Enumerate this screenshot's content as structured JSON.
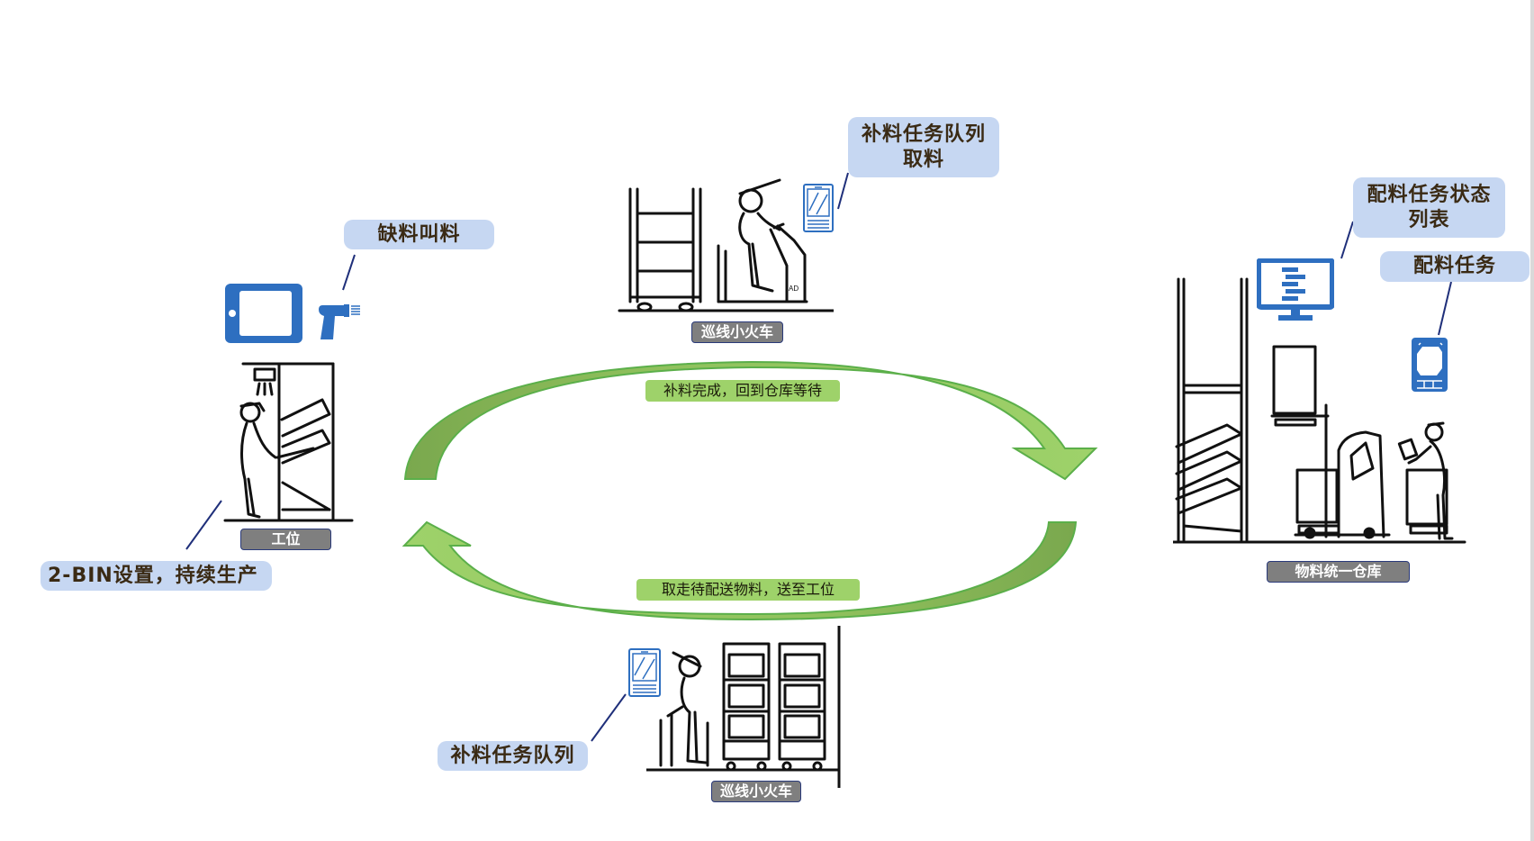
{
  "diagram": {
    "title": "2-BIN 补料循环流程",
    "nodes": {
      "workstation": {
        "label": "工位",
        "callout_top": "缺料叫料",
        "callout_bottom": "2-BIN设置，持续生产",
        "devices": [
          "tablet-icon",
          "barcode-scanner-icon"
        ]
      },
      "train_top": {
        "label": "巡线小火车",
        "callout_line1": "补料任务队列",
        "callout_line2": "取料",
        "devices": [
          "handheld-terminal-icon"
        ]
      },
      "train_bottom": {
        "label": "巡线小火车",
        "callout": "补料任务队列",
        "devices": [
          "handheld-terminal-icon"
        ]
      },
      "warehouse": {
        "label": "物料统一仓库",
        "callout_status_line1": "配料任务状态",
        "callout_status_line2": "列表",
        "callout_task": "配料任务",
        "devices": [
          "monitor-icon",
          "handheld-terminal-icon"
        ]
      }
    },
    "flows": {
      "top": {
        "label": "补料完成，回到仓库等待",
        "from": "workstation",
        "to": "warehouse"
      },
      "bottom": {
        "label": "取走待配送物料，送至工位",
        "from": "warehouse",
        "to": "workstation"
      }
    },
    "colors": {
      "callout_bg": "#c6d7f2",
      "callout_text": "#3a2a14",
      "tag_bg": "#7f7f7f",
      "tag_border": "#2a3a7a",
      "arrow_light": "#9ed26a",
      "arrow_dark": "#7aa84e",
      "arrow_outline": "#5baf4a",
      "icon_blue": "#2e6fc0",
      "leader_line": "#1f2f7a"
    }
  }
}
